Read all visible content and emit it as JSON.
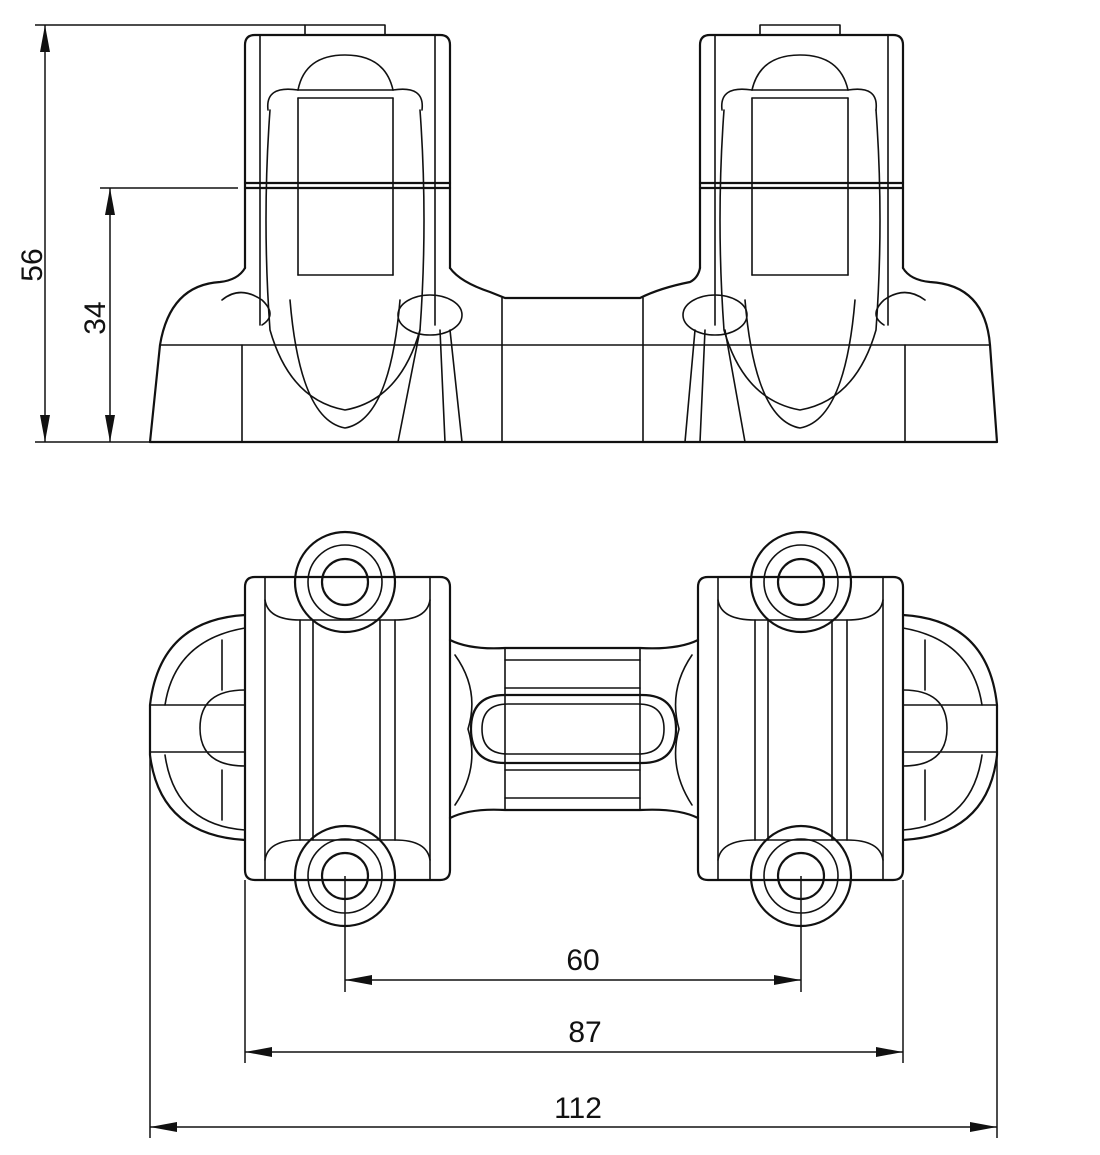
{
  "dimensions": {
    "total_height": "56",
    "post_height": "34",
    "hole_spacing": "60",
    "body_width": "87",
    "overall_width": "112"
  }
}
